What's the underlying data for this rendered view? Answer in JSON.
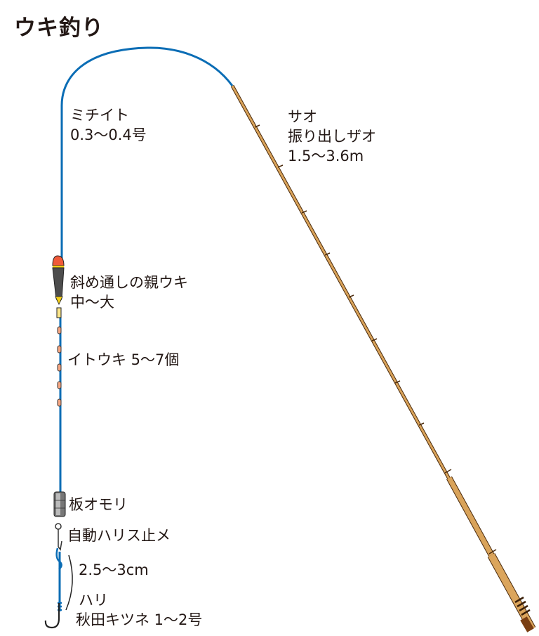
{
  "title": "ウキ釣り",
  "labels": {
    "line": {
      "name": "ミチイト",
      "spec": "0.3〜0.4号"
    },
    "rod": {
      "name": "サオ",
      "type": "振り出しザオ",
      "length": "1.5〜3.6m"
    },
    "main_float": {
      "name": "斜め通しの親ウキ",
      "size": "中〜大"
    },
    "thread_floats": {
      "text": "イトウキ 5〜7個"
    },
    "sinker": {
      "text": "板オモリ"
    },
    "leader_stopper": {
      "text": "自動ハリス止メ"
    },
    "leader_length": {
      "text": "2.5〜3cm"
    },
    "hook": {
      "name": "ハリ",
      "spec": "秋田キツネ 1〜2号"
    }
  },
  "colors": {
    "line": "#0b6db5",
    "rod": "#c8913f",
    "rod_dark": "#6b3f14",
    "float_top": "#f05a3a",
    "float_body": "#4a4a4a",
    "float_band": "#f7d117",
    "thread_float": "#f4a582",
    "text": "#231815"
  }
}
